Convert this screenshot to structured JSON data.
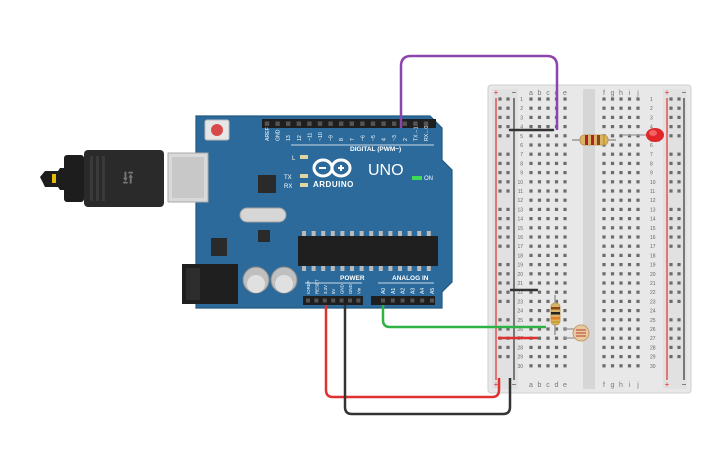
{
  "arduino": {
    "brand": "ARDUINO",
    "model": "UNO",
    "on_label": "ON",
    "digital_header": "DIGITAL (PWM~)",
    "power_header": "POWER",
    "analog_header": "ANALOG IN",
    "l_label": "L",
    "tx_label": "TX",
    "rx_label": "RX",
    "top_pins": [
      "AREF",
      "GND",
      "13",
      "12",
      "~11",
      "~10",
      "~9",
      "8",
      "7",
      "~6",
      "~5",
      "4",
      "~3",
      "2",
      "TX→1",
      "RX←0"
    ],
    "power_pins": [
      "IOREF",
      "RESET",
      "3.3V",
      "5V",
      "GND",
      "GND",
      "Vin"
    ],
    "analog_pins": [
      "A0",
      "A1",
      "A2",
      "A3",
      "A4",
      "A5"
    ]
  },
  "breadboard": {
    "cols_left": [
      "a",
      "b",
      "c",
      "d",
      "e"
    ],
    "cols_right": [
      "f",
      "g",
      "h",
      "i",
      "j"
    ],
    "row_numbers": [
      "1",
      "2",
      "3",
      "4",
      "5",
      "6",
      "7",
      "8",
      "9",
      "10",
      "11",
      "12",
      "13",
      "14",
      "15",
      "16",
      "17",
      "18",
      "19",
      "20",
      "21",
      "22",
      "23",
      "24",
      "25",
      "26",
      "27",
      "28",
      "29",
      "30"
    ],
    "rail_plus": "+",
    "rail_minus": "−"
  },
  "colors": {
    "board": "#2b6a9a",
    "wire_purple": "#8e44ad",
    "wire_red": "#e03131",
    "wire_black": "#333333",
    "wire_green": "#2fb344",
    "led": "#e0262b"
  }
}
